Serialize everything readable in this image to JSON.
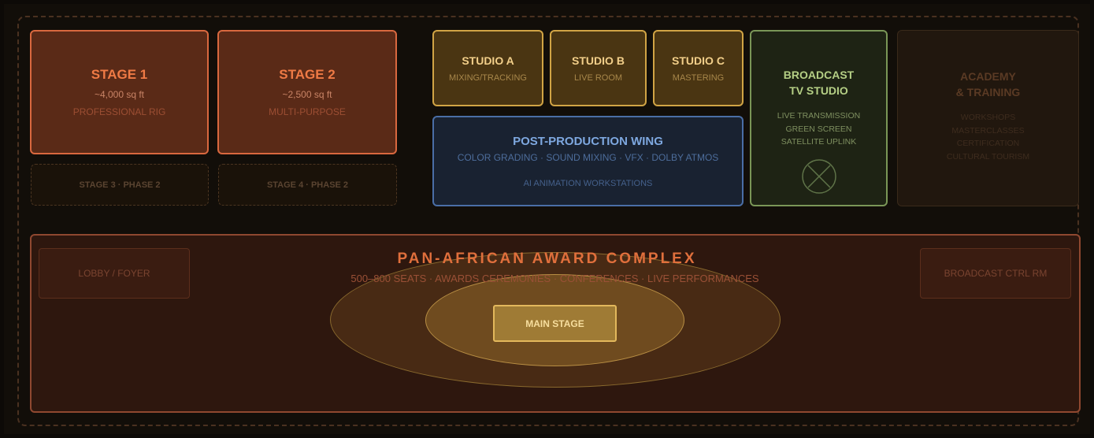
{
  "stages": [
    {
      "name": "STAGE 1",
      "size": "~4,000 sq ft",
      "desc": "PROFESSIONAL RIG"
    },
    {
      "name": "STAGE 2",
      "size": "~2,500 sq ft",
      "desc": "MULTI-PURPOSE"
    }
  ],
  "phase_stages": [
    "STAGE 3 · PHASE 2",
    "STAGE 4 · PHASE 2"
  ],
  "studios": [
    {
      "name": "STUDIO A",
      "desc": "MIXING/TRACKING"
    },
    {
      "name": "STUDIO B",
      "desc": "LIVE ROOM"
    },
    {
      "name": "STUDIO C",
      "desc": "MASTERING"
    }
  ],
  "post_production": {
    "title": "POST-PRODUCTION WING",
    "services": "COLOR GRADING · SOUND MIXING · VFX · DOLBY ATMOS",
    "extra": "AI ANIMATION WORKSTATIONS"
  },
  "broadcast": {
    "title_line1": "BROADCAST",
    "title_line2": "TV STUDIO",
    "features": [
      "LIVE TRANSMISSION",
      "GREEN SCREEN",
      "SATELLITE UPLINK"
    ],
    "icon": "satellite-dish-icon"
  },
  "academy": {
    "title_line1": "ACADEMY",
    "title_line2": "& TRAINING",
    "programs": [
      "WORKSHOPS",
      "MASTERCLASSES",
      "CERTIFICATION",
      "CULTURAL TOURISM"
    ]
  },
  "complex": {
    "title": "PAN-AFRICAN AWARD COMPLEX",
    "subtitle": "500–800 SEATS · AWARDS CEREMONIES · CONFERENCES · LIVE PERFORMANCES",
    "lobby": "LOBBY / FOYER",
    "control_room": "BROADCAST CTRL RM",
    "main_stage": "MAIN STAGE"
  },
  "colors": {
    "stage": "#d9683f",
    "studio": "#d1a445",
    "post": "#4a6ea6",
    "broadcast": "#7a9657",
    "complex": "#8f4830"
  }
}
